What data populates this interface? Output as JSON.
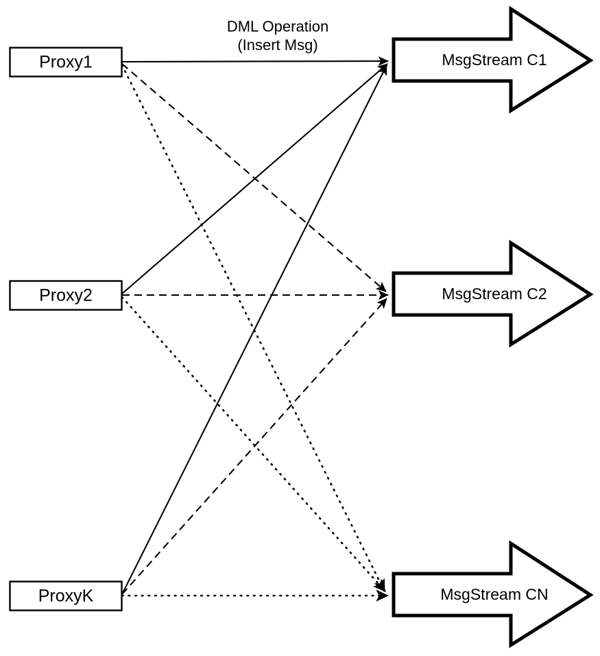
{
  "diagram": {
    "title": "Proxy to MsgStream fan-out diagram",
    "background_color": "#ffffff",
    "line_color": "#000000",
    "annotation": {
      "line1": "DML Operation",
      "line2": "(Insert Msg)"
    },
    "sources": [
      {
        "id": "proxy1",
        "label": "Proxy1"
      },
      {
        "id": "proxy2",
        "label": "Proxy2"
      },
      {
        "id": "proxyk",
        "label": "ProxyK"
      }
    ],
    "targets": [
      {
        "id": "stream_c1",
        "label": "MsgStream C1"
      },
      {
        "id": "stream_c2",
        "label": "MsgStream C2"
      },
      {
        "id": "stream_cn",
        "label": "MsgStream CN"
      }
    ],
    "edges": [
      {
        "from": "proxy1",
        "to": "stream_c1",
        "style": "solid"
      },
      {
        "from": "proxy1",
        "to": "stream_c2",
        "style": "dashed"
      },
      {
        "from": "proxy1",
        "to": "stream_cn",
        "style": "dotted"
      },
      {
        "from": "proxy2",
        "to": "stream_c1",
        "style": "solid"
      },
      {
        "from": "proxy2",
        "to": "stream_c2",
        "style": "dashed"
      },
      {
        "from": "proxy2",
        "to": "stream_cn",
        "style": "dotted"
      },
      {
        "from": "proxyk",
        "to": "stream_c1",
        "style": "solid"
      },
      {
        "from": "proxyk",
        "to": "stream_c2",
        "style": "dashed"
      },
      {
        "from": "proxyk",
        "to": "stream_cn",
        "style": "dotted"
      }
    ]
  }
}
